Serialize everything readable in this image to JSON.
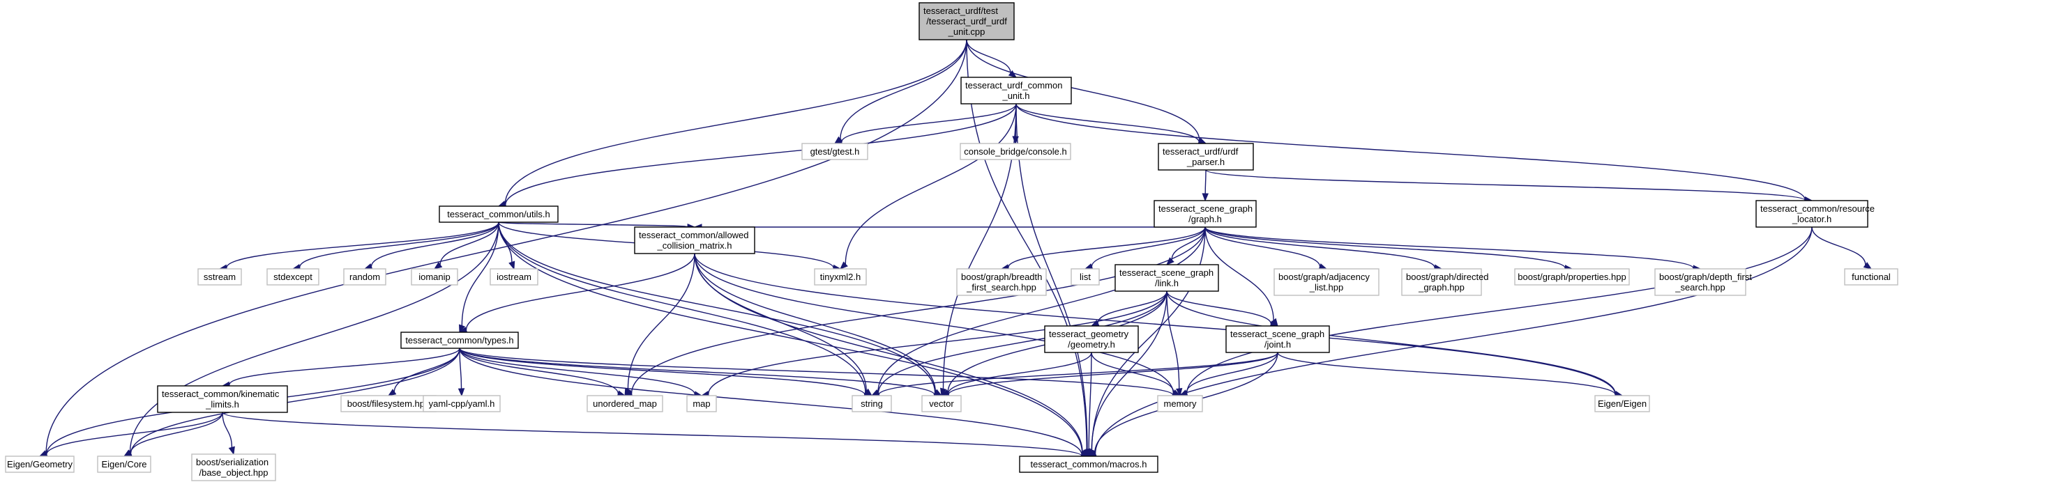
{
  "colors": {
    "edge": "#191970",
    "root_fill": "#bfbfbf",
    "system_border": "#bfbfbf",
    "node_border": "#000000"
  },
  "nodes": [
    {
      "id": "root",
      "lines": [
        "tesseract_urdf/test",
        "/tesseract_urdf_urdf",
        "_unit.cpp"
      ],
      "kind": "root"
    },
    {
      "id": "common_unit",
      "lines": [
        "tesseract_urdf_common",
        "_unit.h"
      ],
      "kind": "project"
    },
    {
      "id": "gtest",
      "lines": [
        "gtest/gtest.h"
      ],
      "kind": "system"
    },
    {
      "id": "console",
      "lines": [
        "console_bridge/console.h"
      ],
      "kind": "system"
    },
    {
      "id": "urdf_parser",
      "lines": [
        "tesseract_urdf/urdf",
        "_parser.h"
      ],
      "kind": "project"
    },
    {
      "id": "utils",
      "lines": [
        "tesseract_common/utils.h"
      ],
      "kind": "project"
    },
    {
      "id": "graph",
      "lines": [
        "tesseract_scene_graph",
        "/graph.h"
      ],
      "kind": "project"
    },
    {
      "id": "resource",
      "lines": [
        "tesseract_common/resource",
        "_locator.h"
      ],
      "kind": "project"
    },
    {
      "id": "sstream",
      "lines": [
        "sstream"
      ],
      "kind": "system"
    },
    {
      "id": "stdexcept",
      "lines": [
        "stdexcept"
      ],
      "kind": "system"
    },
    {
      "id": "random",
      "lines": [
        "random"
      ],
      "kind": "system"
    },
    {
      "id": "iomanip",
      "lines": [
        "iomanip"
      ],
      "kind": "system"
    },
    {
      "id": "iostream",
      "lines": [
        "iostream"
      ],
      "kind": "system"
    },
    {
      "id": "acm",
      "lines": [
        "tesseract_common/allowed",
        "_collision_matrix.h"
      ],
      "kind": "project"
    },
    {
      "id": "tinyxml2",
      "lines": [
        "tinyxml2.h"
      ],
      "kind": "system"
    },
    {
      "id": "bfs",
      "lines": [
        "boost/graph/breadth",
        "_first_search.hpp"
      ],
      "kind": "system"
    },
    {
      "id": "list",
      "lines": [
        "list"
      ],
      "kind": "system"
    },
    {
      "id": "link",
      "lines": [
        "tesseract_scene_graph",
        "/link.h"
      ],
      "kind": "project"
    },
    {
      "id": "adjlist",
      "lines": [
        "boost/graph/adjacency",
        "_list.hpp"
      ],
      "kind": "system"
    },
    {
      "id": "directed",
      "lines": [
        "boost/graph/directed",
        "_graph.hpp"
      ],
      "kind": "system"
    },
    {
      "id": "properties",
      "lines": [
        "boost/graph/properties.hpp"
      ],
      "kind": "system"
    },
    {
      "id": "dfs",
      "lines": [
        "boost/graph/depth_first",
        "_search.hpp"
      ],
      "kind": "system"
    },
    {
      "id": "functional",
      "lines": [
        "functional"
      ],
      "kind": "system"
    },
    {
      "id": "types",
      "lines": [
        "tesseract_common/types.h"
      ],
      "kind": "project"
    },
    {
      "id": "geometry",
      "lines": [
        "tesseract_geometry",
        "/geometry.h"
      ],
      "kind": "project"
    },
    {
      "id": "joint",
      "lines": [
        "tesseract_scene_graph",
        "/joint.h"
      ],
      "kind": "project"
    },
    {
      "id": "kin",
      "lines": [
        "tesseract_common/kinematic",
        "_limits.h"
      ],
      "kind": "project"
    },
    {
      "id": "fs",
      "lines": [
        "boost/filesystem.hpp"
      ],
      "kind": "system"
    },
    {
      "id": "yaml",
      "lines": [
        "yaml-cpp/yaml.h"
      ],
      "kind": "system"
    },
    {
      "id": "umap",
      "lines": [
        "unordered_map"
      ],
      "kind": "system"
    },
    {
      "id": "map",
      "lines": [
        "map"
      ],
      "kind": "system"
    },
    {
      "id": "string",
      "lines": [
        "string"
      ],
      "kind": "system"
    },
    {
      "id": "vector",
      "lines": [
        "vector"
      ],
      "kind": "system"
    },
    {
      "id": "memory",
      "lines": [
        "memory"
      ],
      "kind": "system"
    },
    {
      "id": "eigen",
      "lines": [
        "Eigen/Eigen"
      ],
      "kind": "system"
    },
    {
      "id": "egeom",
      "lines": [
        "Eigen/Geometry"
      ],
      "kind": "system"
    },
    {
      "id": "ecore",
      "lines": [
        "Eigen/Core"
      ],
      "kind": "system"
    },
    {
      "id": "bser",
      "lines": [
        "boost/serialization",
        "/base_object.hpp"
      ],
      "kind": "system"
    },
    {
      "id": "macros",
      "lines": [
        "tesseract_common/macros.h"
      ],
      "kind": "project"
    }
  ],
  "edges": [
    [
      "root",
      "common_unit"
    ],
    [
      "root",
      "gtest"
    ],
    [
      "root",
      "urdf_parser"
    ],
    [
      "root",
      "utils"
    ],
    [
      "root",
      "egeom"
    ],
    [
      "root",
      "macros"
    ],
    [
      "common_unit",
      "gtest"
    ],
    [
      "common_unit",
      "console"
    ],
    [
      "common_unit",
      "urdf_parser"
    ],
    [
      "common_unit",
      "utils"
    ],
    [
      "common_unit",
      "resource"
    ],
    [
      "common_unit",
      "tinyxml2"
    ],
    [
      "common_unit",
      "vector"
    ],
    [
      "common_unit",
      "macros"
    ],
    [
      "urdf_parser",
      "graph"
    ],
    [
      "urdf_parser",
      "resource"
    ],
    [
      "utils",
      "sstream"
    ],
    [
      "utils",
      "stdexcept"
    ],
    [
      "utils",
      "random"
    ],
    [
      "utils",
      "iomanip"
    ],
    [
      "utils",
      "iostream"
    ],
    [
      "utils",
      "acm"
    ],
    [
      "utils",
      "tinyxml2"
    ],
    [
      "utils",
      "types"
    ],
    [
      "utils",
      "string"
    ],
    [
      "utils",
      "vector"
    ],
    [
      "utils",
      "macros"
    ],
    [
      "utils",
      "ecore"
    ],
    [
      "graph",
      "bfs"
    ],
    [
      "graph",
      "list"
    ],
    [
      "graph",
      "link"
    ],
    [
      "graph",
      "adjlist"
    ],
    [
      "graph",
      "directed"
    ],
    [
      "graph",
      "properties"
    ],
    [
      "graph",
      "dfs"
    ],
    [
      "graph",
      "acm"
    ],
    [
      "graph",
      "joint"
    ],
    [
      "graph",
      "umap"
    ],
    [
      "graph",
      "string"
    ],
    [
      "graph",
      "macros"
    ],
    [
      "resource",
      "functional"
    ],
    [
      "resource",
      "memory"
    ],
    [
      "resource",
      "macros"
    ],
    [
      "acm",
      "types"
    ],
    [
      "acm",
      "umap"
    ],
    [
      "acm",
      "string"
    ],
    [
      "acm",
      "vector"
    ],
    [
      "acm",
      "memory"
    ],
    [
      "acm",
      "eigen"
    ],
    [
      "acm",
      "macros"
    ],
    [
      "link",
      "geometry"
    ],
    [
      "link",
      "joint"
    ],
    [
      "link",
      "map"
    ],
    [
      "link",
      "string"
    ],
    [
      "link",
      "vector"
    ],
    [
      "link",
      "memory"
    ],
    [
      "link",
      "eigen"
    ],
    [
      "link",
      "macros"
    ],
    [
      "types",
      "kin"
    ],
    [
      "types",
      "fs"
    ],
    [
      "types",
      "yaml"
    ],
    [
      "types",
      "umap"
    ],
    [
      "types",
      "map"
    ],
    [
      "types",
      "string"
    ],
    [
      "types",
      "vector"
    ],
    [
      "types",
      "memory"
    ],
    [
      "types",
      "egeom"
    ],
    [
      "types",
      "ecore"
    ],
    [
      "types",
      "macros"
    ],
    [
      "geometry",
      "vector"
    ],
    [
      "geometry",
      "memory"
    ],
    [
      "geometry",
      "macros"
    ],
    [
      "joint",
      "string"
    ],
    [
      "joint",
      "vector"
    ],
    [
      "joint",
      "memory"
    ],
    [
      "joint",
      "eigen"
    ],
    [
      "joint",
      "macros"
    ],
    [
      "kin",
      "egeom"
    ],
    [
      "kin",
      "ecore"
    ],
    [
      "kin",
      "bser"
    ],
    [
      "kin",
      "macros"
    ]
  ]
}
